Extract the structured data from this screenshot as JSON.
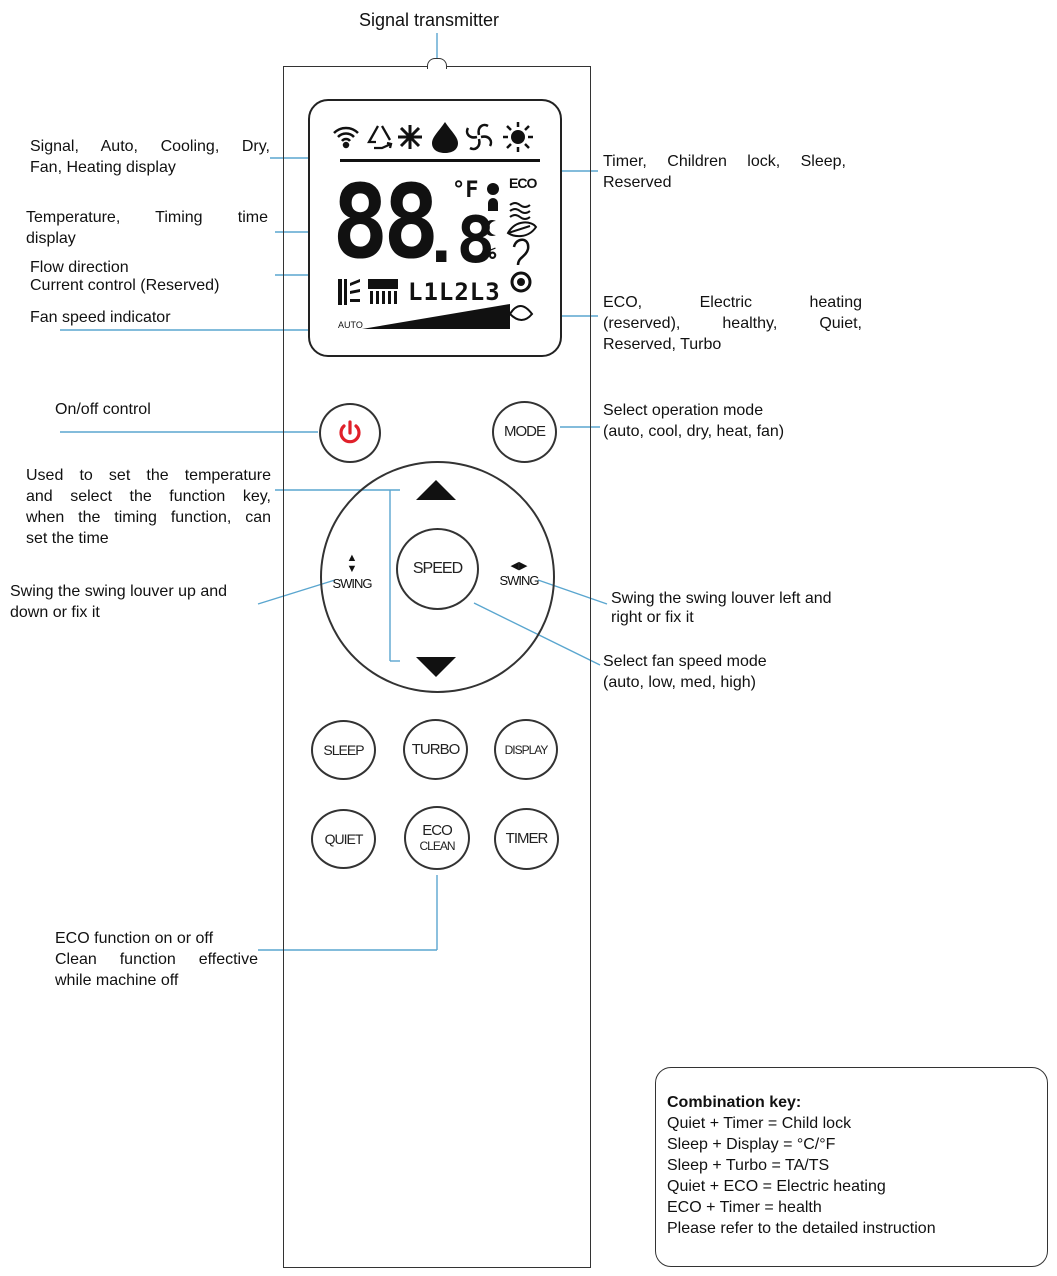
{
  "top_label": "Signal transmitter",
  "left_labels": {
    "mode_display": [
      "Signal, Auto, Cooling, Dry,",
      "Fan, Heating display"
    ],
    "temperature": [
      "Temperature, Timing time",
      "display"
    ],
    "flow": [
      "Flow direction",
      "Current control (Reserved)"
    ],
    "fan_speed": "Fan speed indicator",
    "onoff": "On/off control",
    "arrows": [
      "Used to set the temperature",
      "and select the function key,",
      "when the timing function, can",
      "set the time"
    ],
    "swing_ud": [
      "Swing the swing louver up and",
      "down or fix it"
    ],
    "eco": [
      "ECO function on or off",
      "Clean function effective",
      "while machine off"
    ]
  },
  "right_labels": {
    "timer": [
      "Timer, Children lock, Sleep,",
      "Reserved"
    ],
    "eco_heating": [
      "ECO, Electric heating",
      "(reserved), healthy, Quiet,",
      "Reserved, Turbo"
    ],
    "mode": [
      "Select operation mode",
      "(auto, cool, dry, heat, fan)"
    ],
    "swing_lr": [
      "Swing the swing louver left and",
      "right or fix it"
    ],
    "speed": [
      "Select fan speed mode",
      "(auto, low, med, high)"
    ]
  },
  "lcd": {
    "big_digits": "88",
    "decimal_digit": ".8",
    "unit_top": "°F",
    "unit_bottom": "%",
    "louver_levels": "L1L2L3",
    "eco_icon": "ECO",
    "auto_text": "AUTO"
  },
  "buttons": {
    "mode": "MODE",
    "speed": "SPEED",
    "swing": "SWING",
    "sleep": "SLEEP",
    "turbo": "TURBO",
    "display": "DISPLAY",
    "quiet": "QUIET",
    "eco_top": "ECO",
    "eco_bottom": "CLEAN",
    "timer": "TIMER"
  },
  "icons": [
    "power-icon",
    "arrow-up-icon",
    "arrow-down-icon",
    "signal-icon",
    "auto-recycle-icon",
    "snowflake-icon",
    "drop-icon",
    "fan-icon",
    "sun-icon"
  ],
  "combination": {
    "title": "Combination key:",
    "lines": [
      "Quiet + Timer = Child lock",
      "Sleep + Display = °C/°F",
      "Sleep + Turbo = TA/TS",
      "Quiet + ECO = Electric heating",
      "ECO + Timer = health",
      "Please refer to the detailed instruction"
    ]
  },
  "colors": {
    "power": "#e0202a",
    "lines": "#5aa6cf",
    "ink": "#111111"
  }
}
